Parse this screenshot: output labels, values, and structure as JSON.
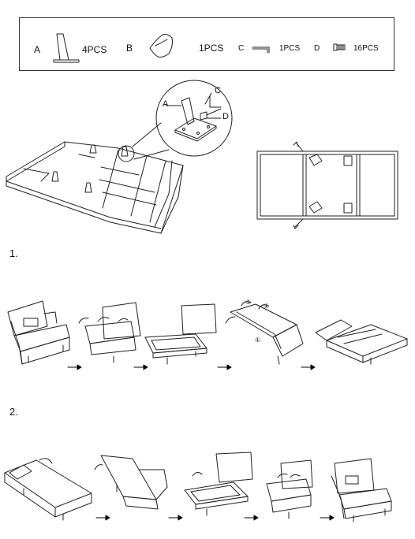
{
  "parts": [
    {
      "letter": "A",
      "qty": "4PCS",
      "icon": "leg-icon"
    },
    {
      "letter": "B",
      "qty": "1PCS",
      "icon": "pillow-icon"
    },
    {
      "letter": "C",
      "qty": "1PCS",
      "icon": "wrench-icon"
    },
    {
      "letter": "D",
      "qty": "16PCS",
      "icon": "screw-icon"
    }
  ],
  "detail": {
    "label_a": "A",
    "label_c": "C",
    "label_d": "D"
  },
  "steps": [
    {
      "number": "1."
    },
    {
      "number": "2."
    }
  ],
  "step1_markers": [
    "③",
    "②",
    "①"
  ],
  "colors": {
    "line": "#222222",
    "arrow": "#000000",
    "background": "#ffffff"
  }
}
